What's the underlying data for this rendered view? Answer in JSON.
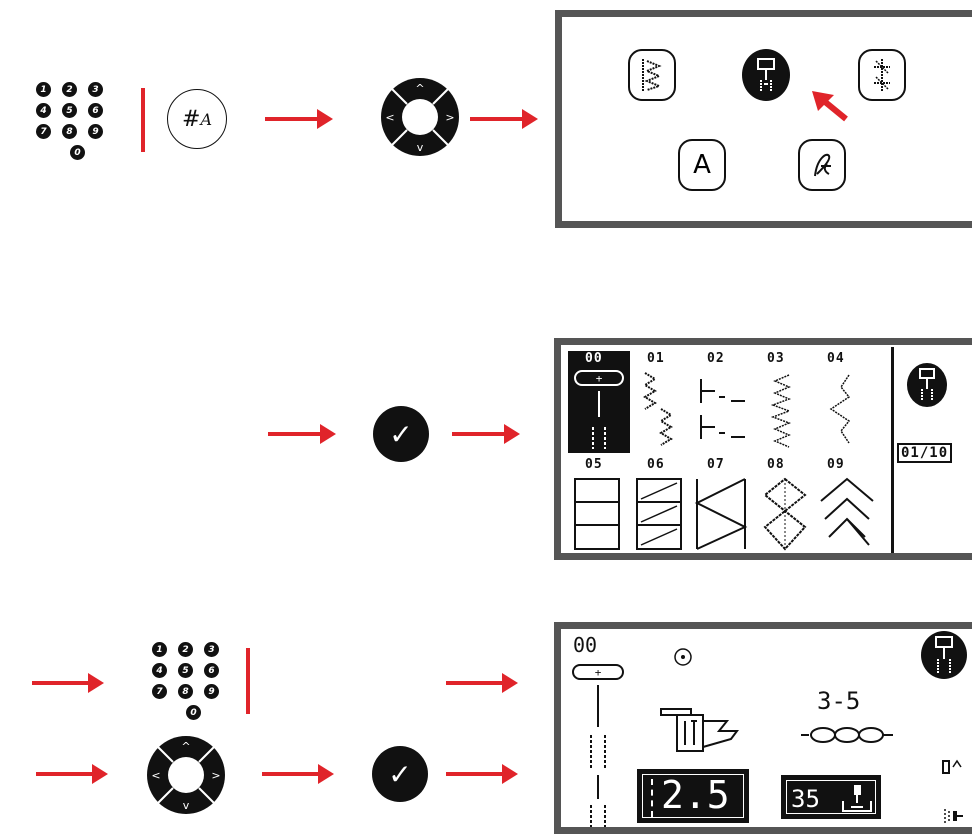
{
  "numpad_keys": [
    "1",
    "2",
    "3",
    "4",
    "5",
    "6",
    "7",
    "8",
    "9",
    "0"
  ],
  "hash_button": {
    "symbol": "#",
    "sub": "A"
  },
  "dpad": {
    "up": "^",
    "down": "v",
    "left": "<",
    "right": ">"
  },
  "ok_symbol": "✓",
  "screen1": {
    "categories": [
      "A"
    ]
  },
  "screen2": {
    "stitches": [
      "00",
      "01",
      "02",
      "03",
      "04",
      "05",
      "06",
      "07",
      "08",
      "09"
    ],
    "page": "01/10"
  },
  "screen3": {
    "stitch_number": "00",
    "tension_label": "3-5",
    "stitch_length": "2.5",
    "value_right": "35"
  },
  "colors": {
    "accent_red": "#e0242a",
    "frame": "#555555",
    "ink": "#111111"
  }
}
